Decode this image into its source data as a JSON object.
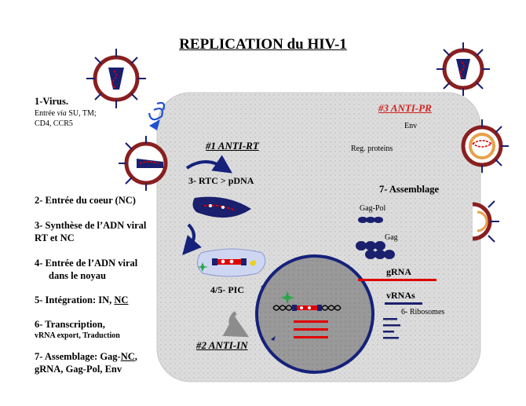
{
  "title": "REPLICATION du HIV-1",
  "left_steps": {
    "step1_title": "1-Virus.",
    "step1_line1_pre": "Entrée ",
    "step1_line1_it": "via",
    "step1_line1_post": " SU, TM;",
    "step1_line2": "CD4, CCR5",
    "step2": "2- Entrée du coeur (NC)",
    "step3_line1": "3- Synthèse de l’ADN viral",
    "step3_line2": "RT et NC",
    "step4_line1": "4- Entrée de l’ADN viral",
    "step4_line2": "dans le noyau",
    "step5_pre": "5- Intégration: IN, ",
    "step5_u": "NC",
    "step6_line1": "6- Transcription,",
    "step6_line2": "vRNA export, Traduction",
    "step7_line1_pre": "7- Assemblage: Gag-",
    "step7_line1_u": "NC",
    "step7_line1_post": ",",
    "step7_line2": "gRNA, Gag-Pol, Env"
  },
  "cell_labels": {
    "anti_rt": "#1 ANTI-RT",
    "anti_in": "#2 ANTI-IN",
    "anti_pr": "#3 ANTI-PR",
    "rtc": "3- RTC > pDNA",
    "pic": "4/5- PIC",
    "env": "Env",
    "reg_proteins": "Reg. proteins",
    "assemblage": "7- Assemblage",
    "gag_pol": "Gag-Pol",
    "gag": "Gag",
    "grna": "gRNA",
    "vrnas": "vRNAs",
    "ribosomes": "6- Ribosomes"
  },
  "colors": {
    "cell_fill": "#d9d9d9",
    "nucleus_fill": "#9a9a9a",
    "nucleus_ring": "#16217a",
    "anti_rt": "#000000",
    "anti_in": "#000000",
    "anti_pr": "#d42020",
    "rna_red": "#e00000",
    "protein_navy": "#1a1f6e",
    "receptor_blue": "#1f4fd0"
  }
}
